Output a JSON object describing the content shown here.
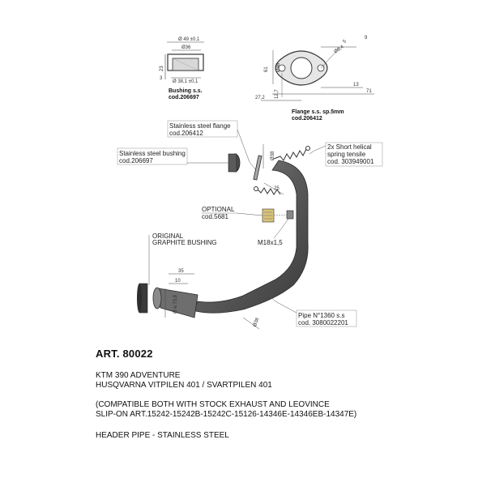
{
  "article": "ART. 80022",
  "models": [
    "KTM 390 ADVENTURE",
    "HUSQVARNA VITPILEN 401 / SVARTPILEN 401"
  ],
  "compatibility": [
    "(COMPATIBLE BOTH WITH STOCK EXHAUST AND LEOVINCE",
    "SLIP-ON ART.15242-15242B-15242C-15126-14346E-14346EB-14347E)"
  ],
  "product": "HEADER PIPE - STAINLESS STEEL",
  "bushing_detail": {
    "name": "Bushing s.s.",
    "code": "cod.206697",
    "dims": {
      "outer": "Ø 49 ±0,1",
      "inner_top": "Ø36",
      "bore": "Ø 38,1 ±0,1",
      "height": "23",
      "step": "3"
    }
  },
  "flange_detail": {
    "name": "Flange s.s. sp.5mm",
    "code": "cod.206412",
    "dims": {
      "hole": "Ø8,4",
      "holes_span": "9",
      "height": "61",
      "inner": "Ø46",
      "width": "71",
      "overall": "27,2",
      "half": "12,7",
      "slot": "13",
      "edge": "5"
    }
  },
  "callouts": {
    "flange": [
      "Stainless steel flange",
      "cod.206412"
    ],
    "bushing": [
      "Stainless steel bushing",
      "cod.206697"
    ],
    "springs": [
      "2x Short helical",
      "spring tensile",
      "cod. 303949001"
    ],
    "optional": [
      "OPTIONAL",
      "cod.5681"
    ],
    "thread": "M18x1,5",
    "graphite": [
      "ORIGINAL",
      "GRAPHITE BUSHING"
    ],
    "pipe": [
      "Pipe N°1360 s.s",
      "cod. 3080022201"
    ]
  },
  "pipe_dims": {
    "d38_top": "Ø38",
    "len25": "25",
    "len35": "35",
    "len10": "10",
    "d738": "Ø e.73,8",
    "d38_bottom": "Ø38"
  }
}
